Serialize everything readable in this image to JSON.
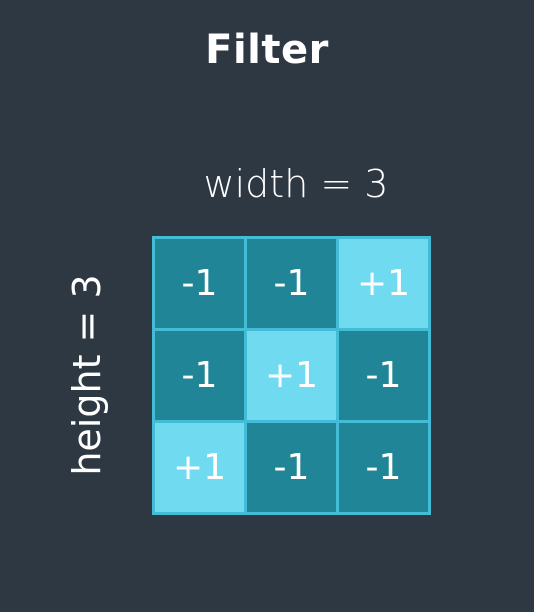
{
  "title": "Filter",
  "width_label": "width = 3",
  "height_label": "height = 3",
  "colors": {
    "background": "#2e3842",
    "negative_cell": "#1f8597",
    "positive_cell": "#6fdaf0",
    "grid_border": "#45bcd6"
  },
  "filter": {
    "rows": [
      [
        "-1",
        "-1",
        "+1"
      ],
      [
        "-1",
        "+1",
        "-1"
      ],
      [
        "+1",
        "-1",
        "-1"
      ]
    ]
  }
}
